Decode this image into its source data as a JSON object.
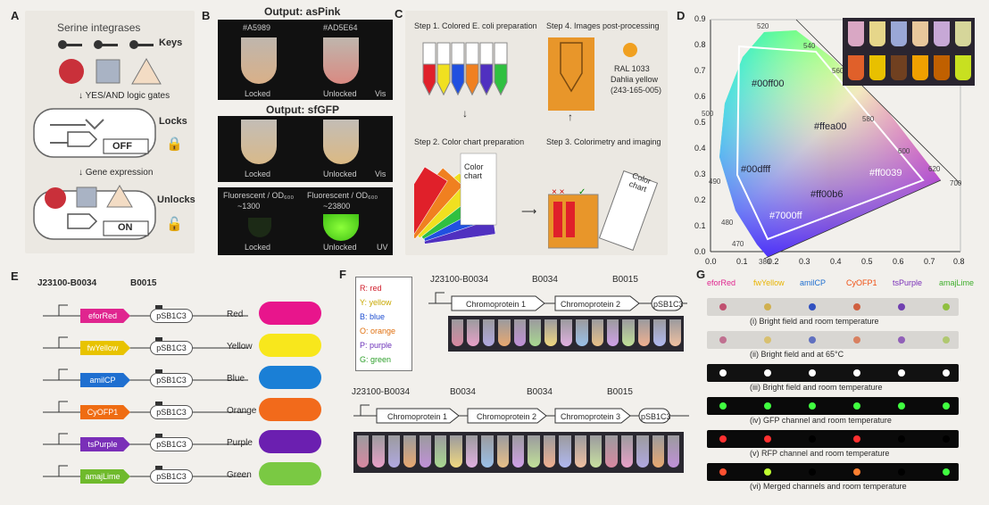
{
  "panels": {
    "A": {
      "label": "A",
      "title": "Serine integrases",
      "keys": "Keys",
      "logic": "YES/AND logic gates",
      "locks": "Locks",
      "off": "OFF",
      "gene_expression": "Gene expression",
      "unlocks": "Unlocks",
      "on": "ON"
    },
    "B": {
      "label": "B",
      "title_top": "Output: asPink",
      "title_mid": "Output: sfGFP",
      "hex1": "#A5989",
      "hex2": "#AD5E64",
      "locked": "Locked",
      "unlocked": "Unlocked",
      "vis": "Vis",
      "uv": "UV",
      "fluor_left": "Fluorescent / OD₆₀₀",
      "fluor_left_val": "~1300",
      "fluor_right": "Fluorescent / OD₆₀₀",
      "fluor_right_val": "~23800"
    },
    "C": {
      "label": "C",
      "step1": "Step 1. Colored E. coli preparation",
      "step2": "Step 2. Color chart preparation",
      "step3": "Step 3. Colorimetry and imaging",
      "step4": "Step 4. Images post-processing",
      "ral": "RAL 1033",
      "ral_name": "Dahlia yellow",
      "ral_rgb": "(243-165-005)",
      "color_chart": "Color chart",
      "color_chart2": "Color chart"
    },
    "D": {
      "label": "D",
      "colors": [
        "#00ff00",
        "#ffea00",
        "#00dfff",
        "#ff0039",
        "#ff00b6",
        "#7000ff"
      ],
      "ticks_x": [
        "0.0",
        "0.1",
        "0.2",
        "0.3",
        "0.4",
        "0.5",
        "0.6",
        "0.7",
        "0.8"
      ],
      "ticks_y": [
        "0.0",
        "0.1",
        "0.2",
        "0.3",
        "0.4",
        "0.5",
        "0.6",
        "0.7",
        "0.8",
        "0.9"
      ],
      "wavelengths": [
        "520",
        "540",
        "560",
        "500",
        "580",
        "600",
        "620",
        "700",
        "490",
        "480",
        "470",
        "380"
      ]
    },
    "E": {
      "label": "E",
      "promoter": "J23100-B0034",
      "terminator": "B0015",
      "backbone": "pSB1C3",
      "rows": [
        {
          "gene": "eforRed",
          "color": "#e0258f",
          "name": "Red",
          "pill": "#e8158c"
        },
        {
          "gene": "fwYellow",
          "color": "#e8c300",
          "name": "Yellow",
          "pill": "#f8e71c"
        },
        {
          "gene": "amilCP",
          "color": "#1f6fd0",
          "name": "Blue",
          "pill": "#1a7fd6"
        },
        {
          "gene": "CyOFP1",
          "color": "#ef6c12",
          "name": "Orange",
          "pill": "#f26a1b"
        },
        {
          "gene": "tsPurple",
          "color": "#7a2fb8",
          "name": "Purple",
          "pill": "#6b1fb0"
        },
        {
          "gene": "amajLime",
          "color": "#6fba2c",
          "name": "Green",
          "pill": "#7ac943"
        }
      ]
    },
    "F": {
      "label": "F",
      "legend": [
        "R: red",
        "Y: yellow",
        "B: blue",
        "O: orange",
        "P: purple",
        "G: green"
      ],
      "promoter": "J23100-B0034",
      "rbs": "B0034",
      "terminator": "B0015",
      "chromo1": "Chromoprotein 1",
      "chromo2": "Chromoprotein 2",
      "chromo3": "Chromoprotein 3",
      "backbone": "pSB1C3"
    },
    "G": {
      "label": "G",
      "proteins": [
        {
          "name": "eforRed",
          "color": "#e0258f"
        },
        {
          "name": "fwYellow",
          "color": "#e8b400"
        },
        {
          "name": "amilCP",
          "color": "#1f6fd0"
        },
        {
          "name": "CyOFP1",
          "color": "#ef4f12"
        },
        {
          "name": "tsPurple",
          "color": "#7a2fb8"
        },
        {
          "name": "amajLime",
          "color": "#3fae2c"
        }
      ],
      "rows": [
        "(i) Bright field and room temperature",
        "(ii) Bright field and at 65°C",
        "(iii) Bright field and room temperature",
        "(iv) GFP channel and room temperature",
        "(v) RFP channel and room temperature",
        "(vi) Merged channels and room temperature"
      ]
    }
  }
}
